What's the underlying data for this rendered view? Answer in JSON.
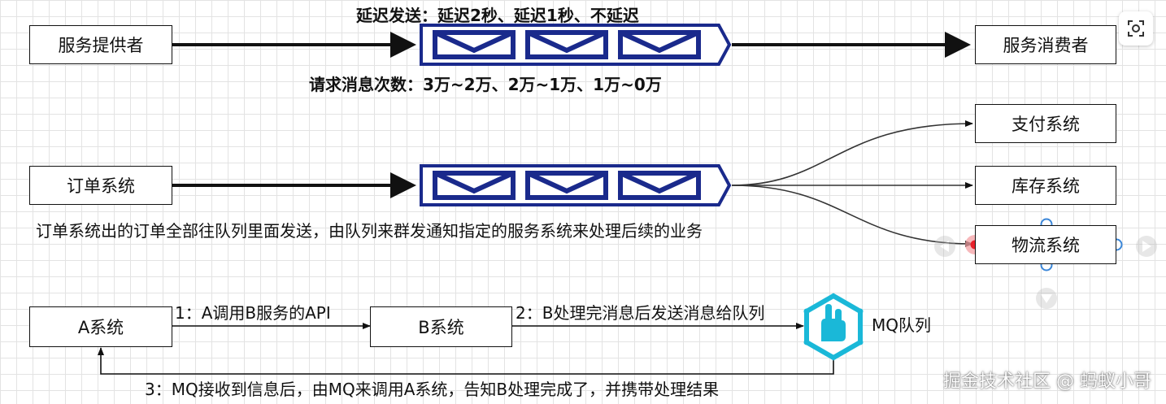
{
  "top": {
    "label_above": "延迟发送：延迟2秒、延迟1秒、不延迟",
    "label_below": "请求消息次数：3万~2万、2万~1万、1万~0万",
    "producer": "服务提供者",
    "consumer": "服务消费者"
  },
  "middle": {
    "order_system": "订单系统",
    "targets": [
      "支付系统",
      "库存系统",
      "物流系统"
    ],
    "caption": "订单系统出的订单全部往队列里面发送，由队列来群发通知指定的服务系统来处理后续的业务"
  },
  "bottom": {
    "a_system": "A系统",
    "b_system": "B系统",
    "mq_label": "MQ队列",
    "step1": "1：A调用B服务的API",
    "step2": "2：B处理完消息后发送消息给队列",
    "step3": "3：MQ接收到信息后，由MQ来调用A系统，告知B处理完成了，并携带处理结果"
  },
  "colors": {
    "queue_stroke": "#1a2a8c",
    "mq_cyan": "#1ab8d8",
    "selection_red": "#e8202a",
    "handle_blue": "#3a86d8"
  },
  "icons": {
    "lens": "scan-lens-icon",
    "mq": "mq-hand-icon"
  },
  "watermark": "掘金技术社区 @ 蚂蚁小哥"
}
